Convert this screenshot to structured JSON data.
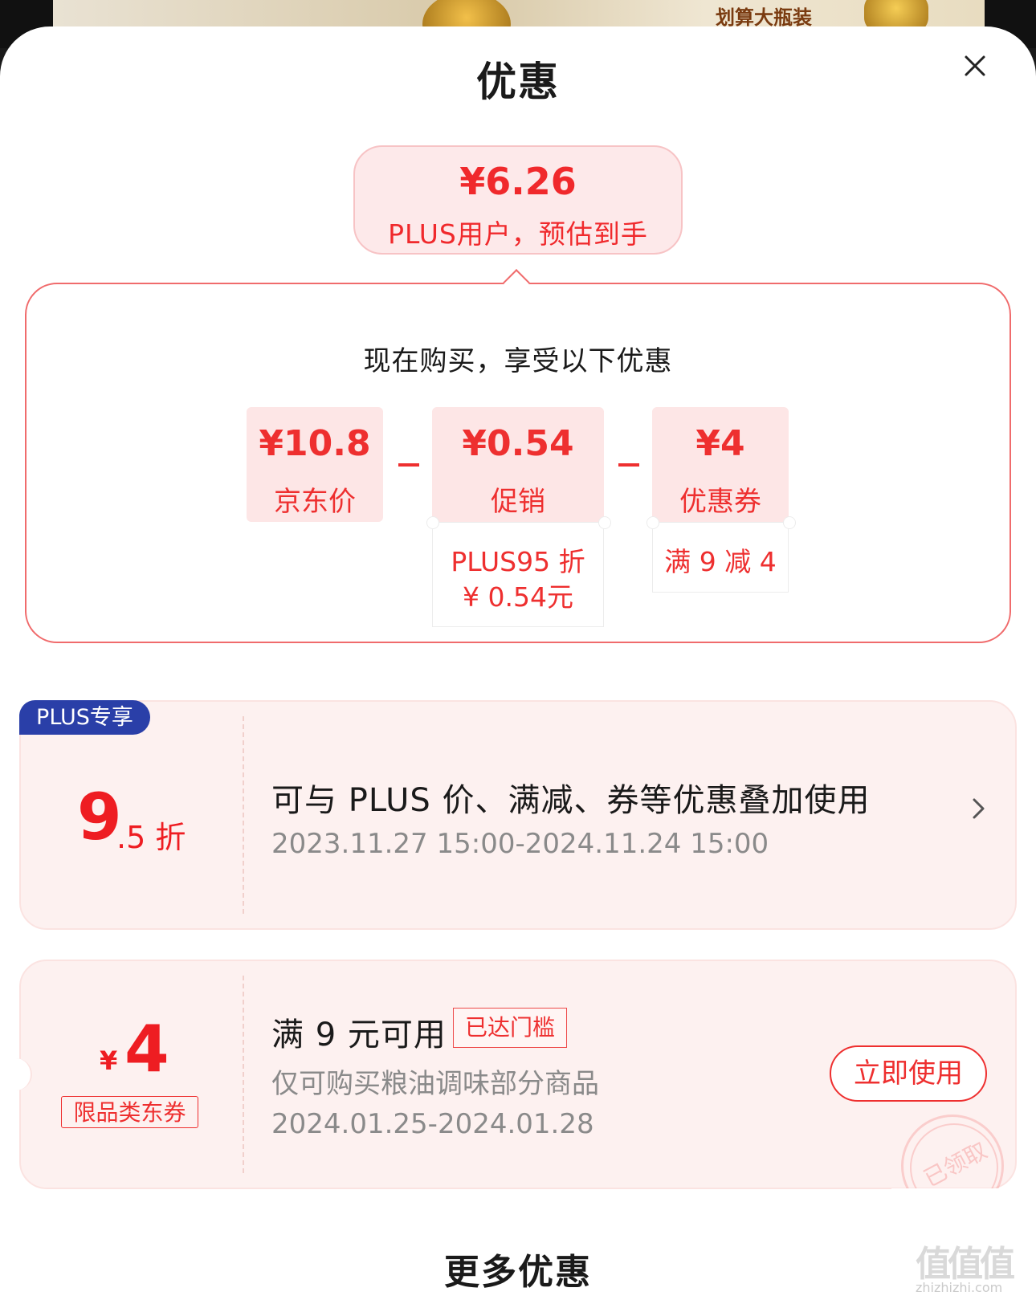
{
  "background": {
    "banner_text": "划算大瓶装"
  },
  "sheet": {
    "title": "优惠",
    "close_icon": "close-icon"
  },
  "estimate": {
    "price": "¥6.26",
    "label": "PLUS用户，预估到手"
  },
  "breakdown": {
    "title": "现在购买，享受以下优惠",
    "items": [
      {
        "value": "¥10.8",
        "label": "京东价"
      },
      {
        "value": "¥0.54",
        "label": "促销",
        "detail_line1": "PLUS95 折",
        "detail_line2": "¥ 0.54元"
      },
      {
        "value": "¥4",
        "label": "优惠券",
        "detail_line1": "满 9 减 4"
      }
    ],
    "operator": "−"
  },
  "plus_card": {
    "badge": "PLUS专享",
    "discount_main": "9",
    "discount_rest": ".5 折",
    "title": "可与 PLUS 价、满减、券等优惠叠加使用",
    "period": "2023.11.27 15:00-2024.11.24 15:00",
    "icon": "chevron-right-icon"
  },
  "coupon_card": {
    "currency": "¥",
    "amount": "4",
    "tag": "限品类东券",
    "title": "满 9 元可用",
    "status_badge": "已达门槛",
    "scope": "仅可购买粮油调味部分商品",
    "period": "2024.01.25-2024.01.28",
    "action": "立即使用",
    "stamp": "已领取"
  },
  "more": {
    "title": "更多优惠"
  },
  "watermark": {
    "text": "值值值",
    "url": "zhizhizhi.com"
  },
  "colors": {
    "accent": "#ee2f2f",
    "plus_badge": "#2a3fa8",
    "chip_bg": "#fde6e6"
  }
}
